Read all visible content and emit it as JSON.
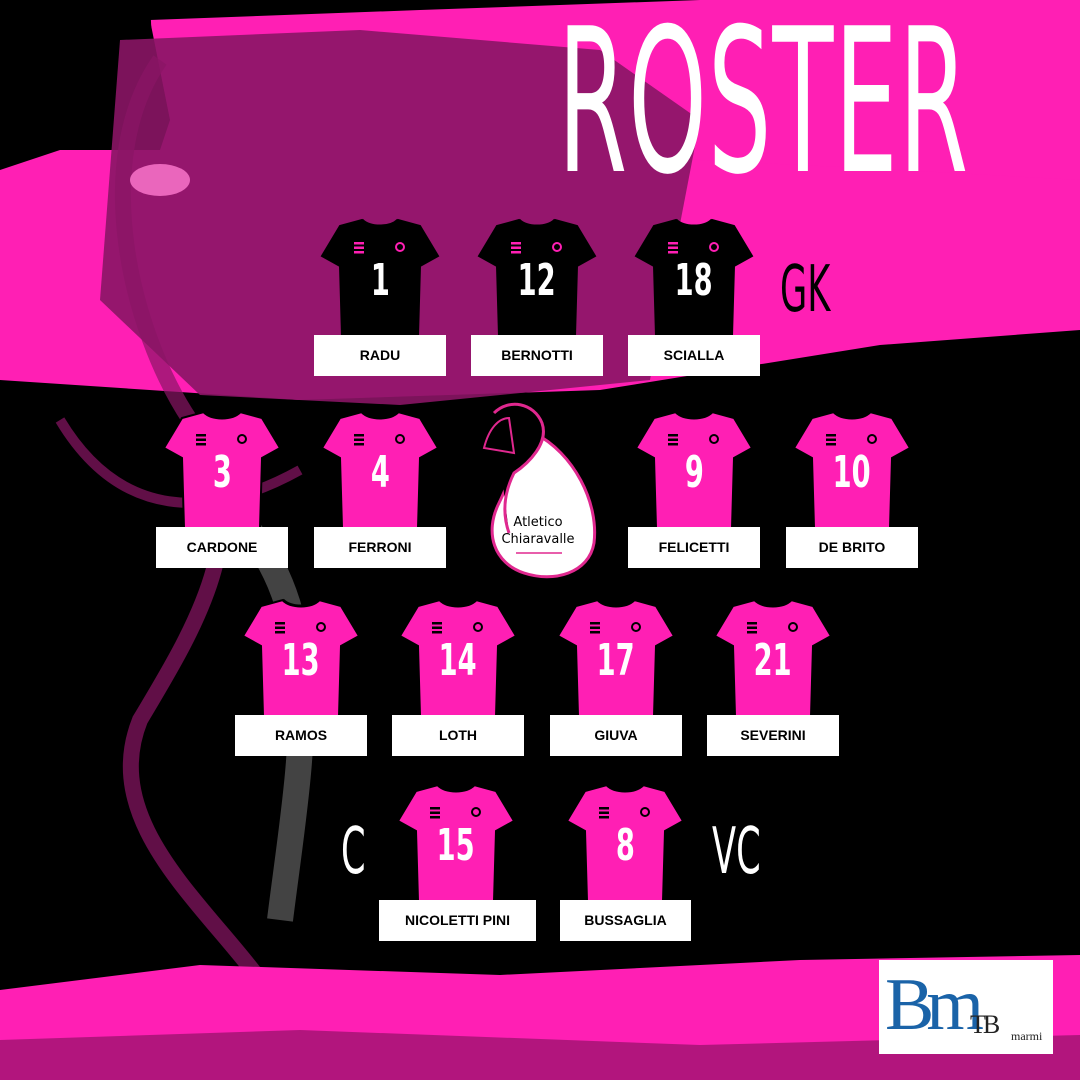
{
  "title": "ROSTER",
  "roles": {
    "goalkeepers": "GK",
    "captain": "C",
    "vice_captain": "VC"
  },
  "colors": {
    "pink": "#ff1fb4",
    "magenta": "#8a1565",
    "black": "#000000",
    "white": "#ffffff",
    "sponsor_blue": "#1a63a8"
  },
  "goalkeepers": [
    {
      "number": "1",
      "name": "RADU"
    },
    {
      "number": "12",
      "name": "BERNOTTI"
    },
    {
      "number": "18",
      "name": "SCIALLA"
    }
  ],
  "row2": [
    {
      "number": "3",
      "name": "CARDONE"
    },
    {
      "number": "4",
      "name": "FERRONI"
    },
    {
      "number": "9",
      "name": "FELICETTI"
    },
    {
      "number": "10",
      "name": "DE BRITO"
    }
  ],
  "row3": [
    {
      "number": "13",
      "name": "RAMOS"
    },
    {
      "number": "14",
      "name": "LOTH"
    },
    {
      "number": "17",
      "name": "GIUVA"
    },
    {
      "number": "21",
      "name": "SEVERINI"
    }
  ],
  "row4": [
    {
      "number": "15",
      "name": "NICOLETTI PINI"
    },
    {
      "number": "8",
      "name": "BUSSAGLIA"
    }
  ],
  "club_logo": {
    "line1": "Atletico",
    "line2": "Chiaravalle"
  },
  "sponsor": {
    "mark": "Bm",
    "sub": "TB",
    "word": "marmi"
  }
}
